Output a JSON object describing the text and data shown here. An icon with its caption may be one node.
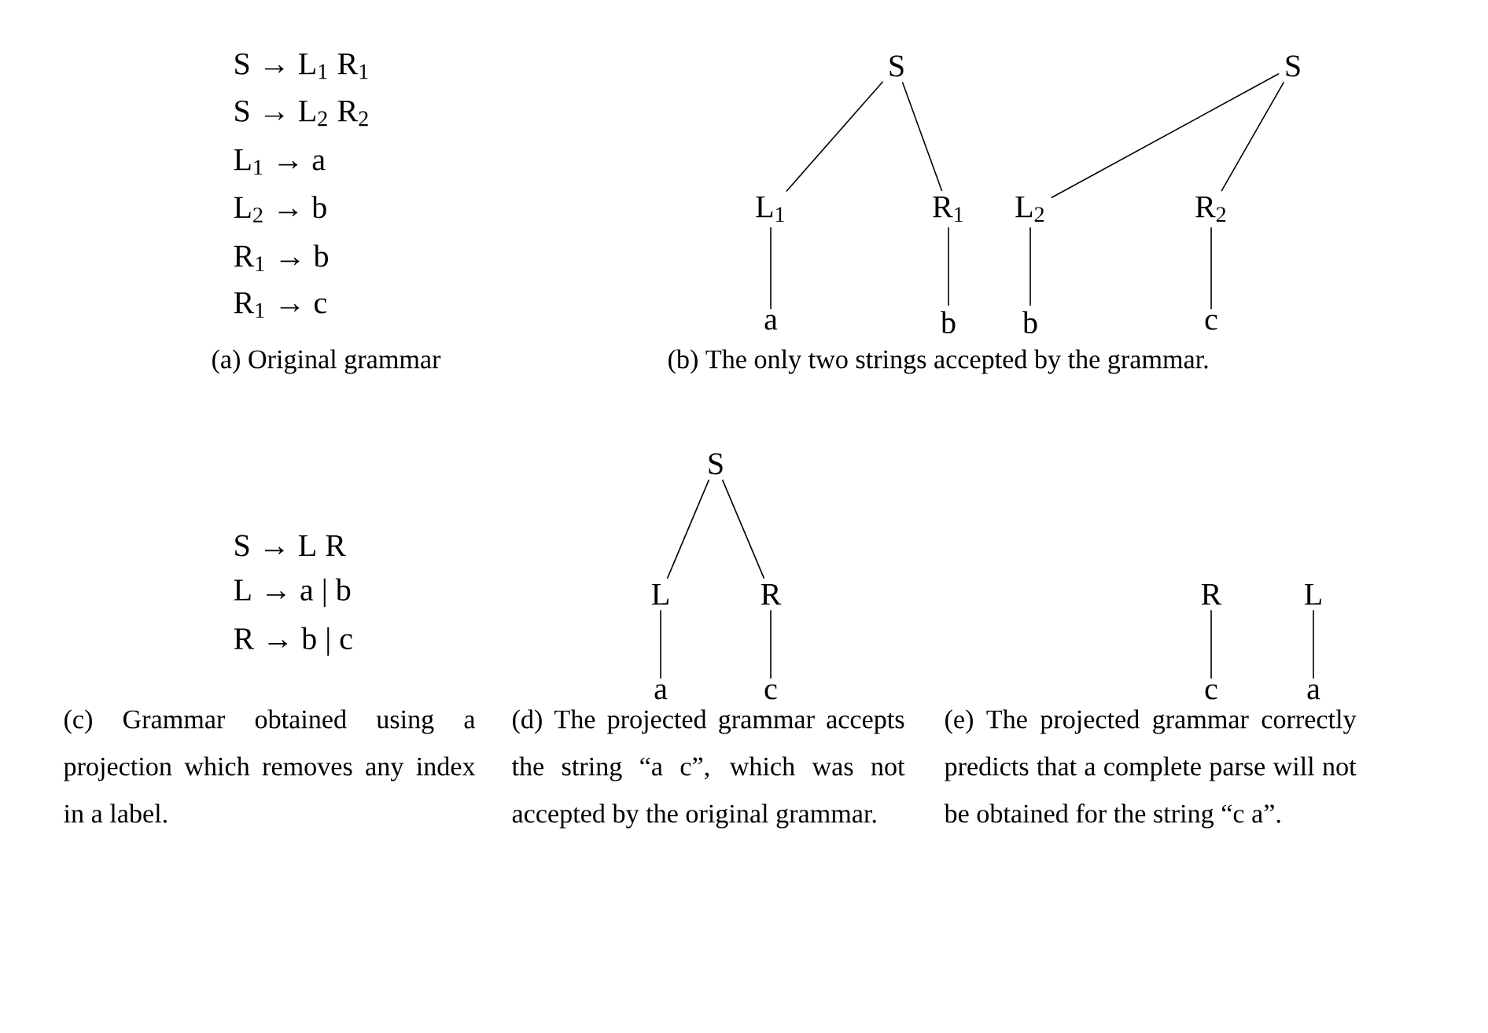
{
  "diagram": {
    "nodes": [
      {
        "text": [
          "S"
        ]
      },
      {
        "text": [
          "L$_{1}$"
        ]
      },
      {
        "text": [
          "R$_{1}$"
        ]
      },
      {
        "text": [
          "a"
        ]
      },
      {
        "text": [
          "b"
        ]
      },
      {
        "text": [
          "S"
        ]
      },
      {
        "text": [
          "L$_{2}$"
        ]
      },
      {
        "text": [
          "R$_{2}$"
        ]
      },
      {
        "text": [
          "b"
        ]
      },
      {
        "text": [
          "c"
        ]
      },
      {
        "text": [
          "S"
        ]
      },
      {
        "text": [
          "L"
        ]
      },
      {
        "text": [
          "R"
        ]
      },
      {
        "text": [
          "a"
        ]
      },
      {
        "text": [
          "c"
        ]
      },
      {
        "text": [
          "R"
        ]
      },
      {
        "text": [
          "L"
        ]
      },
      {
        "text": [
          "c"
        ]
      },
      {
        "text": [
          "a"
        ]
      }
    ],
    "edges": [
      {
        "from": 0,
        "to": 1,
        "arrow": "none"
      },
      {
        "from": 0,
        "to": 2,
        "arrow": "none"
      },
      {
        "from": 1,
        "to": 3,
        "arrow": "none"
      },
      {
        "from": 2,
        "to": 4,
        "arrow": "none"
      },
      {
        "from": 5,
        "to": 6,
        "arrow": "none"
      },
      {
        "from": 5,
        "to": 7,
        "arrow": "none"
      },
      {
        "from": 6,
        "to": 8,
        "arrow": "none"
      },
      {
        "from": 7,
        "to": 9,
        "arrow": "none"
      },
      {
        "from": 10,
        "to": 11,
        "arrow": "none"
      },
      {
        "from": 10,
        "to": 12,
        "arrow": "none"
      },
      {
        "from": 11,
        "to": 13,
        "arrow": "none"
      },
      {
        "from": 12,
        "to": 14,
        "arrow": "none"
      },
      {
        "from": 15,
        "to": 17,
        "arrow": "none"
      },
      {
        "from": 16,
        "to": 18,
        "arrow": "none"
      }
    ],
    "labels": [
      "S → L$_{1}$ R$_{1}$",
      "S → L$_{2}$ R$_{2}$",
      "L$_{1}$ → a",
      "L$_{2}$ → b",
      "R$_{1}$ → b",
      "R$_{1}$ → c",
      "(a) Original grammar",
      "(b) The only two strings accepted by the grammar.",
      "S → L R",
      "L → a | b",
      "R → b | c",
      "(c) Grammar obtained using a projection which removes any index in a label.",
      "(d) The projected grammar accepts the string “a c”, which was not accepted by the original grammar.",
      "(e) The projected grammar correctly predicts that a complete parse will not be obtained for the string “c a”."
    ]
  }
}
